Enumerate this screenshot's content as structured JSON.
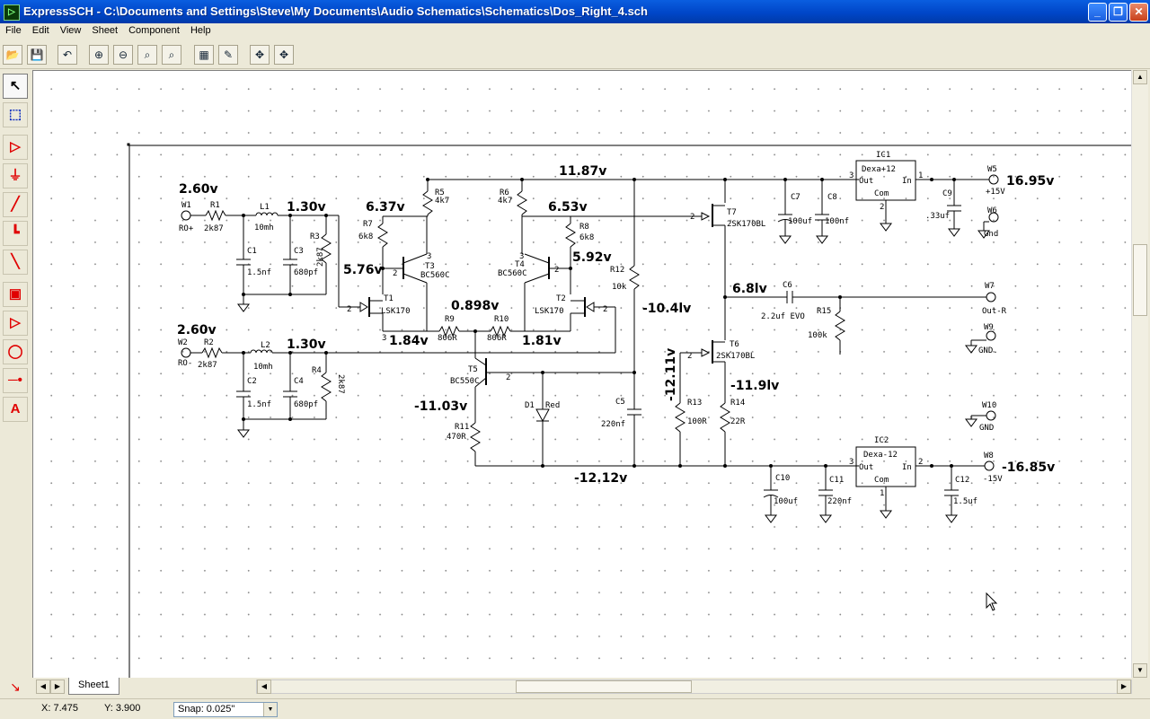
{
  "window": {
    "title": "ExpressSCH - C:\\Documents and Settings\\Steve\\My Documents\\Audio Schematics\\Schematics\\Dos_Right_4.sch",
    "app_icon_glyph": "▷",
    "min_glyph": "_",
    "max_glyph": "❐",
    "close_glyph": "✕"
  },
  "menu": [
    "File",
    "Edit",
    "View",
    "Sheet",
    "Component",
    "Help"
  ],
  "toolbar": {
    "icons": [
      "open-folder-icon",
      "save-icon",
      "undo-icon",
      "zoom-in-icon",
      "zoom-out-icon",
      "zoom-area-icon",
      "zoom-fit-icon",
      "properties-icon",
      "edit-icon",
      "pan-icon",
      "pan-all-icon"
    ],
    "glyphs": [
      "📂",
      "💾",
      "↶",
      "⊕",
      "⊖",
      "⌕",
      "⌕",
      "▦",
      "✎",
      "✥",
      "✥"
    ]
  },
  "sidebar": {
    "icons": [
      "pointer-icon",
      "select-area-icon",
      "buffer-icon",
      "ground-icon",
      "wire-icon",
      "corner-wire-icon",
      "diagonal-wire-icon",
      "component-box-icon",
      "triangle-icon",
      "circle-icon",
      "junction-icon",
      "text-icon"
    ],
    "glyphs": [
      "↖",
      "⬚",
      "▷",
      "⏚",
      "╱",
      "┗",
      "╲",
      "▣",
      "▷",
      "◯",
      "─•",
      "A"
    ],
    "bottom_glyph": "↘"
  },
  "sheet_tab": "Sheet1",
  "status": {
    "x": "X: 7.475",
    "y": "Y: 3.900",
    "snap": "Snap:  0.025\""
  },
  "schematic": {
    "voltages": {
      "in_top": "2.60v",
      "in_bot": "2.60v",
      "l1_out": "1.30v",
      "l2_out": "1.30v",
      "t1": "5.76v",
      "t3c": "6.37v",
      "top_rail": "11.87v",
      "t8": "6.53v",
      "t4": "5.92v",
      "mid": "0.898v",
      "t1e": "1.84v",
      "t2e": "1.81v",
      "t5": "-11.03v",
      "neg_rail": "-12.12v",
      "r12": "-10.4lv",
      "t6g": "-12.11v",
      "t6s": "-11.9lv",
      "out": "6.8lv",
      "w5": "16.95v",
      "w8": "-16.85v"
    },
    "labels": {
      "w1": "W1",
      "ro_plus": "RO+",
      "r1": "R1",
      "r1v": "2k87",
      "l1": "L1",
      "l1v": "10mh",
      "c1": "C1",
      "c1v": "1.5nf",
      "c3": "C3",
      "c3v": "680pf",
      "r3": "R3",
      "r3v": "2k87",
      "w2": "W2",
      "ro_minus": "RO-",
      "r2": "R2",
      "r2v": "2k87",
      "l2": "L2",
      "l2v": "10mh",
      "c2": "C2",
      "c2v": "1.5nf",
      "c4": "C4",
      "c4v": "680pf",
      "r4": "R4",
      "r4v": "2k87",
      "r7": "R7",
      "r7v": "6k8",
      "r5": "R5",
      "r5v": "4k7",
      "t3": "T3",
      "t3v": "BC560C",
      "t1": "T1",
      "t1v": "LSK170",
      "r9": "R9",
      "r9v": "806R",
      "r10": "R10",
      "r10v": "806R",
      "r6": "R6",
      "r6v": "4k7",
      "r8": "R8",
      "r8v": "6k8",
      "t4": "T4",
      "t4v": "BC560C",
      "t2": "T2",
      "t2v": "LSK170",
      "r12": "R12",
      "r12v": "10k",
      "t5": "T5",
      "t5v": "BC550C",
      "d1": "D1",
      "d1v": "Red",
      "r11": "R11",
      "r11v": "470R",
      "c5": "C5",
      "c5v": "220nf",
      "t7": "T7",
      "t7v": "2SK170BL",
      "t6": "T6",
      "t6v": "2SK170BL",
      "r13": "R13",
      "r13v": "100R",
      "r14": "R14",
      "r14v": "22R",
      "c7": "C7",
      "c7v": "100uf",
      "c8": "C8",
      "c8v": "100nf",
      "ic1": "IC1",
      "ic1v": "Dexa+12",
      "c9": "C9",
      "c9v": ".33uf",
      "w5": "W5",
      "w5v": "+15V",
      "w6": "W6",
      "w6v": "Gnd",
      "c6": "C6",
      "c6v": "2.2uf EVO",
      "r15": "R15",
      "r15v": "100k",
      "w7": "W7",
      "w7v": "Out-R",
      "w9": "W9",
      "w9v": "GND.",
      "w10": "W10",
      "w10v": "GND",
      "ic2": "IC2",
      "ic2v": "Dexa-12",
      "c10": "C10",
      "c10v": "100uf",
      "c11": "C11",
      "c11v": "220nf",
      "c12": "C12",
      "c12v": "1.5uf",
      "w8": "W8",
      "w8v": "-15V",
      "out": "Out",
      "in": "In",
      "com": "Com",
      "p1": "1",
      "p2": "2",
      "p3": "3"
    }
  }
}
